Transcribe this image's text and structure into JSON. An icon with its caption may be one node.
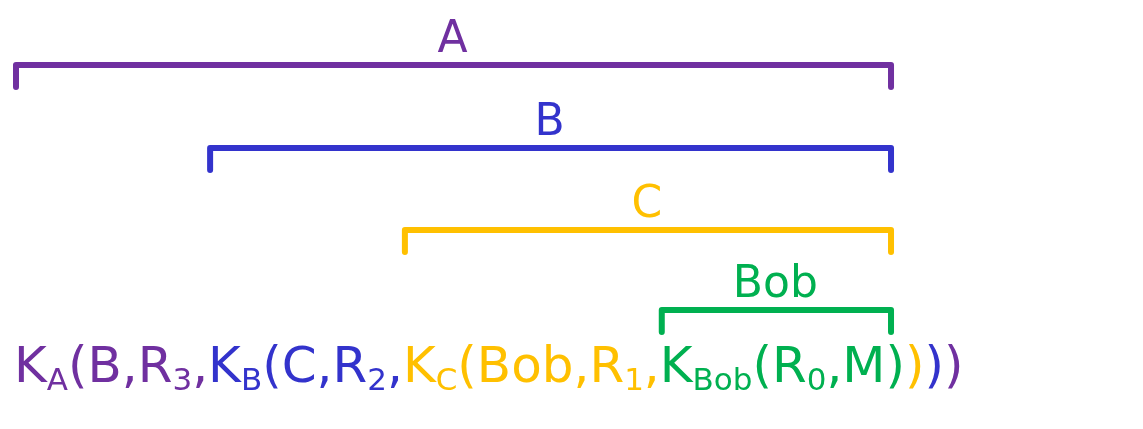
{
  "diagram": {
    "labels": [
      "A",
      "B",
      "C",
      "Bob",
      "K$_{A}$(B,R$_{3}$,",
      "K$_{B}$(C,R$_{2}$,",
      "K$_{C}$(Bob,R$_{1}$,",
      "K$_{Bob}$(R$_{0}$,M)",
      ")",
      ")",
      ")"
    ]
  }
}
